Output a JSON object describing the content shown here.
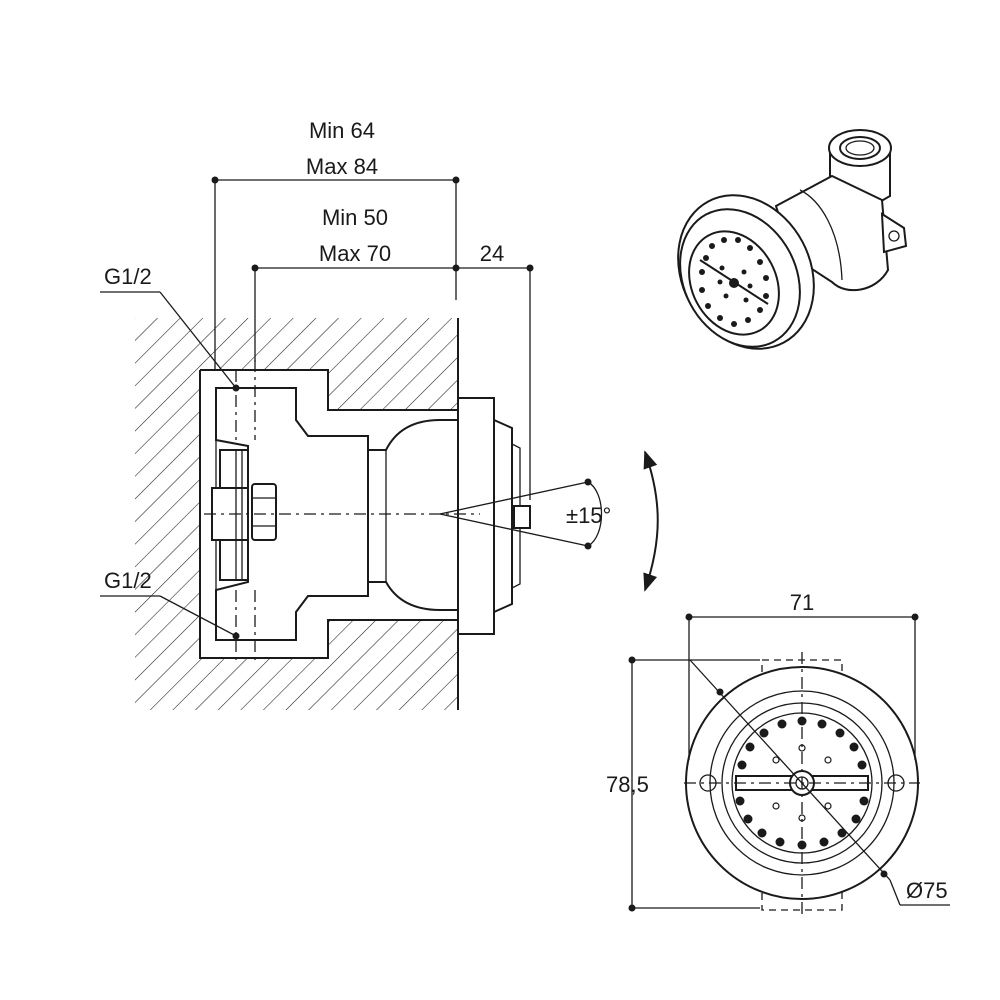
{
  "side_view": {
    "dim_overall": {
      "min": "Min 64",
      "max": "Max 84"
    },
    "dim_body": {
      "min": "Min 50",
      "max": "Max 70"
    },
    "dim_projection": "24",
    "thread_top": "G1/2",
    "thread_bottom": "G1/2",
    "swivel_angle": "±15°"
  },
  "front_view": {
    "width": "71",
    "height": "78,5",
    "diameter": "Ø75"
  }
}
